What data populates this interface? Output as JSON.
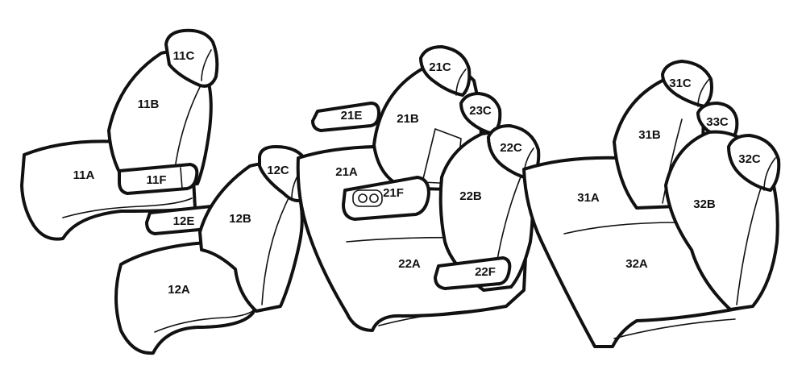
{
  "labels": {
    "11A": "11A",
    "11B": "11B",
    "11C": "11C",
    "11E": "12E",
    "11F": "11F",
    "12A": "12A",
    "12B": "12B",
    "12C": "12C",
    "21A": "21A",
    "21B": "21B",
    "21C": "21C",
    "21E": "21E",
    "21F": "21F",
    "22A": "22A",
    "22B": "22B",
    "22C": "22C",
    "22F": "22F",
    "23C": "23C",
    "31A": "31A",
    "31B": "31B",
    "31C": "31C",
    "32A": "32A",
    "32B": "32B",
    "32C": "32C",
    "33C": "33C"
  },
  "colors": {
    "line": "#111111",
    "fill": "#ffffff"
  }
}
